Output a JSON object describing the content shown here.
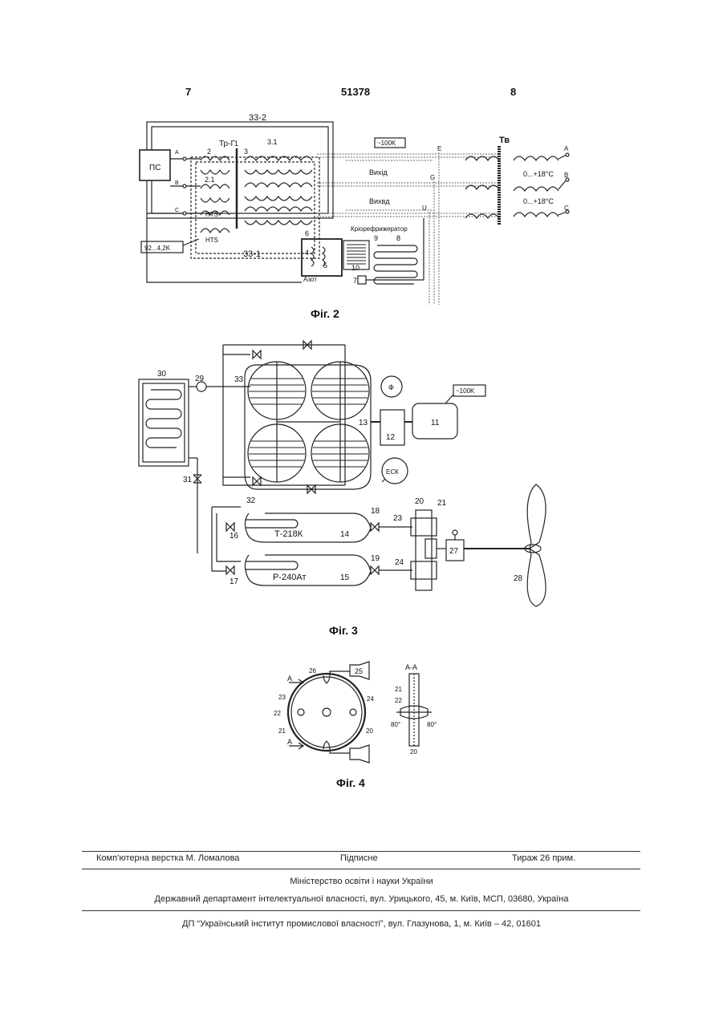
{
  "header": {
    "left_page": "7",
    "patent_number": "51378",
    "right_page": "8"
  },
  "fig2": {
    "caption": "Фіг. 2",
    "labels": {
      "z33_2": "33-2",
      "z33_1": "33-1",
      "ps": "ПС",
      "trg": "Тр-Г",
      "tv": "Тв",
      "n2": "2",
      "n2_1": "2.1",
      "n1": "1",
      "n3": "3",
      "n3_1": "3.1",
      "hts1": "HTS",
      "hts2": "HTS",
      "range": "92...4,2K",
      "k100": "~100K",
      "vyhid": "Вихід",
      "vyhod": "Вихвд",
      "e": "E",
      "g": "G",
      "u": "U",
      "cryo": "Кріорефрижератор",
      "azot": "Азот",
      "n4": "4",
      "n5": "5",
      "n6": "6",
      "n7": "7",
      "n8": "8",
      "n9": "9",
      "n10": "10",
      "a_in": "A",
      "b_in": "B",
      "c_in": "C",
      "a_out": "A",
      "b_out": "B",
      "c_out": "C",
      "temp1": "0...+18°C",
      "temp2": "0...+18°C"
    }
  },
  "fig3": {
    "caption": "Фіг. 3",
    "labels": {
      "n30": "30",
      "n29": "29",
      "n33": "33",
      "n31": "31",
      "n13": "13",
      "n12": "12",
      "n11": "11",
      "k100": "~100K",
      "phi": "Ф",
      "esk": "ЕСК",
      "n32": "32",
      "n18": "18",
      "n16": "16",
      "n14": "14",
      "t218": "Т-218К",
      "n19": "19",
      "n17": "17",
      "n15": "15",
      "p240": "Р-240Ат",
      "n20": "20",
      "n21": "21",
      "n23": "23",
      "n24": "24",
      "n27": "27",
      "n28": "28"
    }
  },
  "fig4": {
    "caption": "Фіг. 4",
    "labels": {
      "a1": "А",
      "a2": "А",
      "n26": "26",
      "n25": "25",
      "n23": "23",
      "n24": "24",
      "n22": "22",
      "n21": "21",
      "n20": "20",
      "aa": "А-А",
      "s21": "21",
      "s22": "22",
      "s20": "20",
      "deg1": "80°",
      "deg2": "80°"
    }
  },
  "footer": {
    "layout": "Комп’ютерна верстка М. Ломалова",
    "signed": "Підписне",
    "print_run": "Тираж 26 прим.",
    "ministry": "Міністерство освіти і науки України",
    "department": "Державний департамент інтелектуальної власності, вул. Урицького, 45, м. Київ, МСП, 03680, Україна",
    "institute": "ДП “Український інститут промислової власності”, вул. Глазунова, 1, м. Київ – 42, 01601"
  }
}
